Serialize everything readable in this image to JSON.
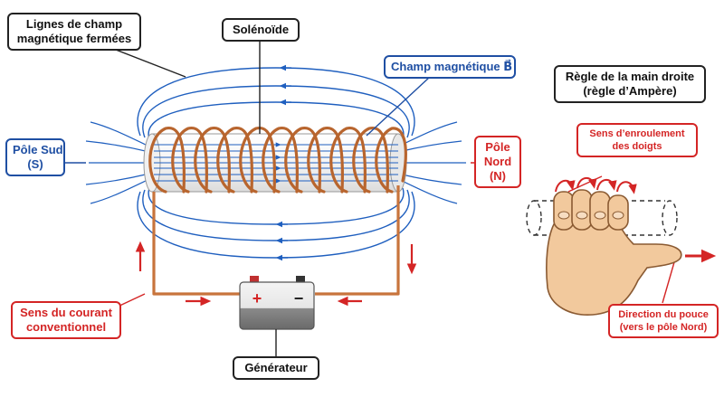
{
  "labels": {
    "closed_field_lines": [
      "Lignes de champ",
      "magnétique fermées"
    ],
    "solenoid": "Solénoïde",
    "magnetic_field": "Champ magnétique B⃗",
    "south_pole": [
      "Pôle Sud",
      "(S)"
    ],
    "north_pole": [
      "Pôle",
      "Nord",
      "(N)"
    ],
    "conventional_current": [
      "Sens du courant",
      "conventionnel"
    ],
    "generator": "Générateur",
    "right_hand_rule": [
      "Règle de la main droite",
      "(règle d’Ampère)"
    ],
    "finger_winding": [
      "Sens d’enroulement",
      "des doigts"
    ],
    "thumb_direction": [
      "Direction du pouce",
      "(vers le pôle Nord)"
    ],
    "battery_plus": "+",
    "battery_minus": "−"
  },
  "colors": {
    "field": "#1f5fbf",
    "field_box": "#1f4fa3",
    "current": "#d42525",
    "wire": "#c8743c",
    "coil": "#b8652e",
    "skin": "#f2c99d",
    "skin_outline": "#8a5a32",
    "battery": "#7a7a7a"
  }
}
